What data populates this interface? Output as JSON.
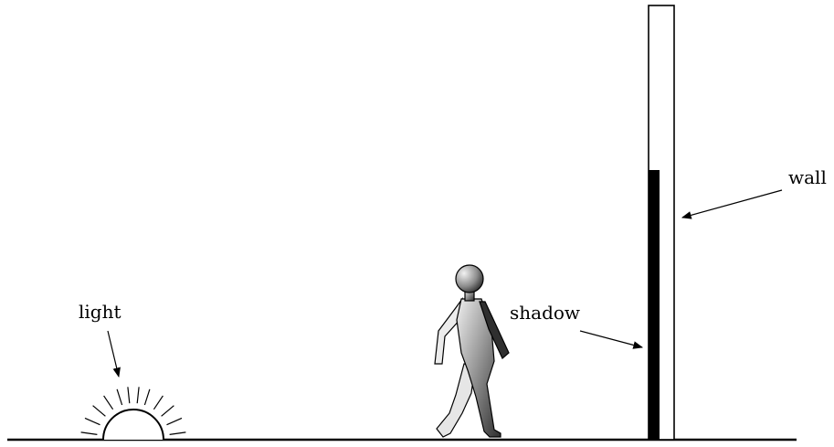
{
  "labels": {
    "light": "light",
    "shadow": "shadow",
    "wall": "wall"
  },
  "colors": {
    "ink": "#000000",
    "background": "#ffffff",
    "figure_light": "#e6e6e6",
    "figure_dark": "#3a3a3a"
  },
  "icons": {
    "light_source": "sun-half-with-rays",
    "figure": "walking-person"
  }
}
